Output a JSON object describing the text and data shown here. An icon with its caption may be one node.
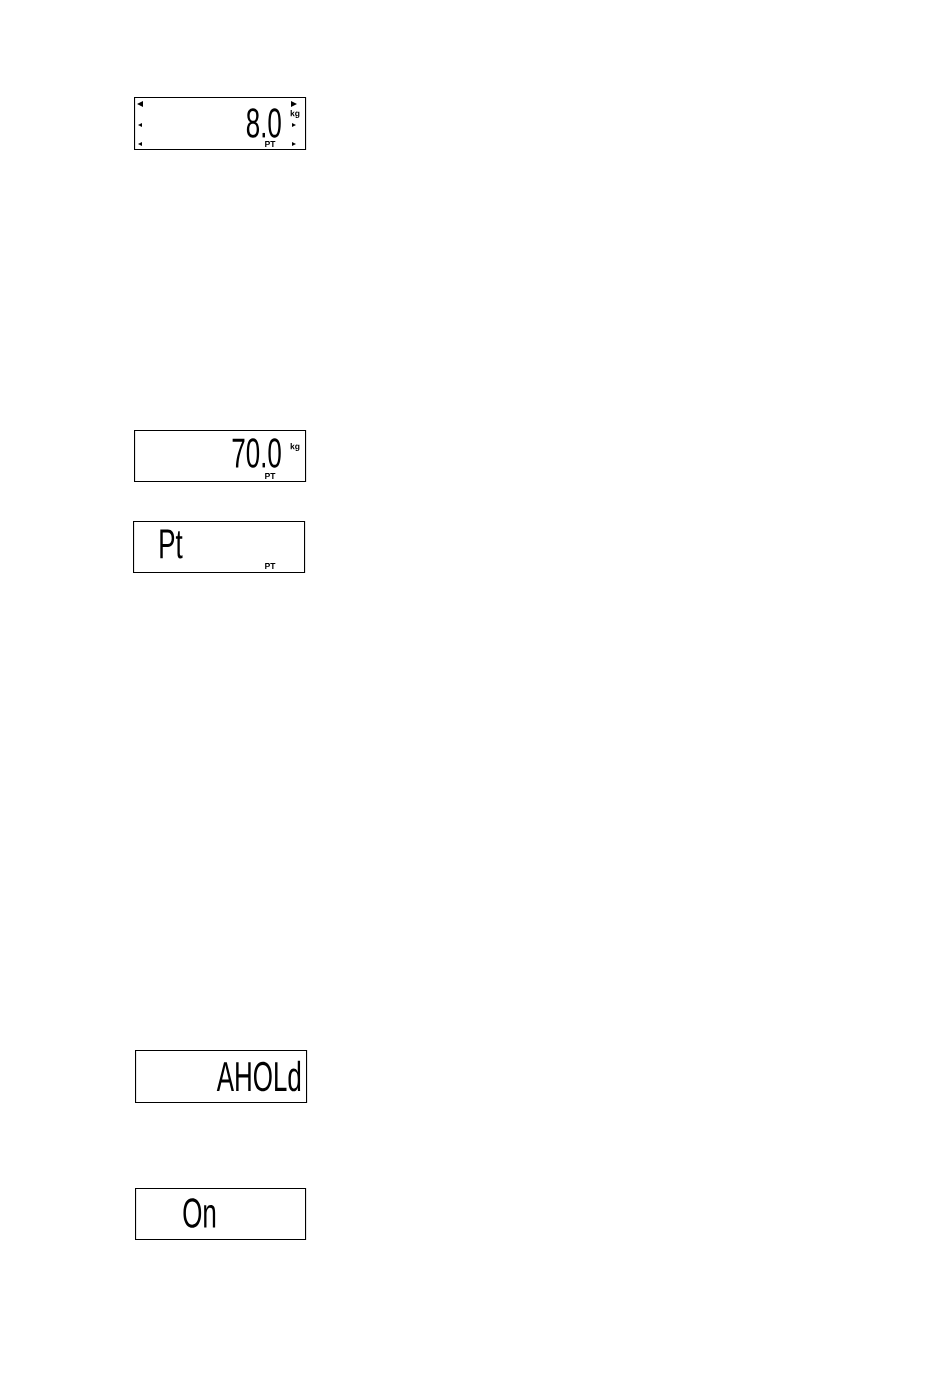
{
  "diagram": {
    "nodes": [
      {
        "text": [
          "8.0",
          "kg",
          "PT"
        ]
      },
      {
        "text": [
          "70.0",
          "kg",
          "PT"
        ]
      },
      {
        "text": [
          "Pt",
          "PT"
        ]
      },
      {
        "text": [
          "AHOLd"
        ]
      },
      {
        "text": [
          "On"
        ]
      }
    ]
  }
}
